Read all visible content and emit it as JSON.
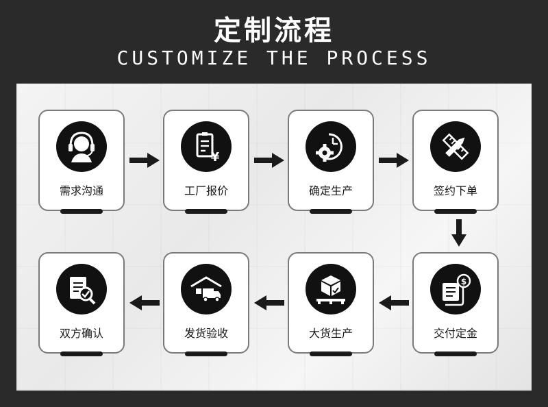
{
  "header": {
    "title_cn": "定制流程",
    "title_en": "CUSTOMIZE THE PROCESS"
  },
  "steps": [
    {
      "label": "需求沟通",
      "icon": "customer-service-icon"
    },
    {
      "label": "工厂报价",
      "icon": "quotation-icon"
    },
    {
      "label": "确定生产",
      "icon": "gear-clock-icon"
    },
    {
      "label": "签约下单",
      "icon": "pencil-ruler-icon"
    },
    {
      "label": "交付定金",
      "icon": "deposit-payment-icon"
    },
    {
      "label": "大货生产",
      "icon": "package-box-icon"
    },
    {
      "label": "发货验收",
      "icon": "delivery-truck-icon"
    },
    {
      "label": "双方确认",
      "icon": "document-check-icon"
    }
  ],
  "colors": {
    "background": "#2a2a2a",
    "panel": "#f0f0f0",
    "card_border": "#7a7a7a",
    "badge": "#111111",
    "arrow": "#1a1a1a"
  }
}
